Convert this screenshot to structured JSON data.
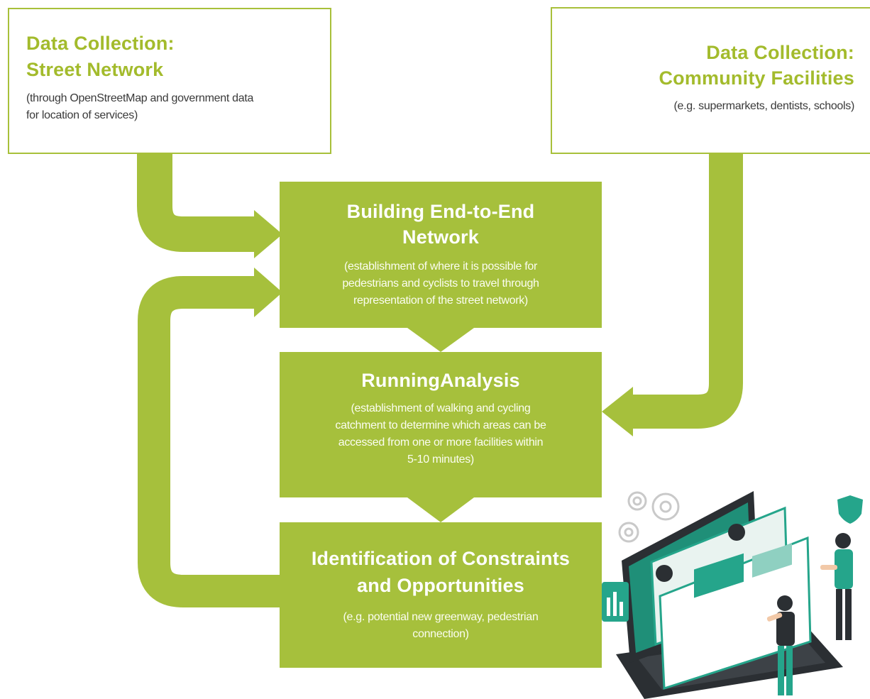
{
  "colors": {
    "accent": "#a6c03c",
    "title_green": "#a3bb2c",
    "teal": "#25a58b",
    "dark": "#2b2f33"
  },
  "street_box": {
    "title_line1": "Data Collection:",
    "title_line2": "Street Network",
    "desc_line1": "(through OpenStreetMap and government data",
    "desc_line2": "for location of services)"
  },
  "community_box": {
    "title_line1": "Data Collection:",
    "title_line2": "Community Facilities",
    "desc": "(e.g. supermarkets, dentists, schools)"
  },
  "build_box": {
    "title_line1": "Building End-to-End",
    "title_line2": "Network",
    "desc_line1": "(establishment of where it is possible for",
    "desc_line2": "pedestrians and cyclists to travel through",
    "desc_line3": "representation of the street network)"
  },
  "run_box": {
    "title": "RunningAnalysis",
    "desc_line1": "(establishment of walking and cycling",
    "desc_line2": "catchment to determine which areas can be",
    "desc_line3": "accessed from one or more facilities within",
    "desc_line4": "5-10 minutes)"
  },
  "ident_box": {
    "title_line1": "Identification of Constraints",
    "title_line2": "and Opportunities",
    "desc_line1": "(e.g. potential new greenway, pedestrian",
    "desc_line2": "connection)"
  },
  "illustration": {
    "subject": "people-with-dashboard-screens"
  }
}
